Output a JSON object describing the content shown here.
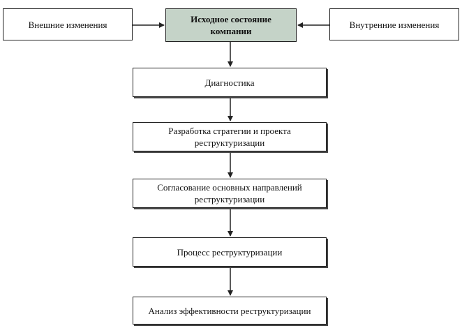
{
  "diagram": {
    "external_changes": "Внешние изменения",
    "initial_state": "Исходное состояние компании",
    "internal_changes": "Внутренние изменения",
    "steps": [
      "Диагностика",
      "Разработка стратегии и проекта реструктуризации",
      "Согласование основных направлений реструктуризации",
      "Процесс реструктуризации",
      "Анализ эффективности реструктуризации"
    ]
  },
  "colors": {
    "highlight_box": "#c5d3c8",
    "border": "#222222",
    "arrow": "#222222"
  }
}
